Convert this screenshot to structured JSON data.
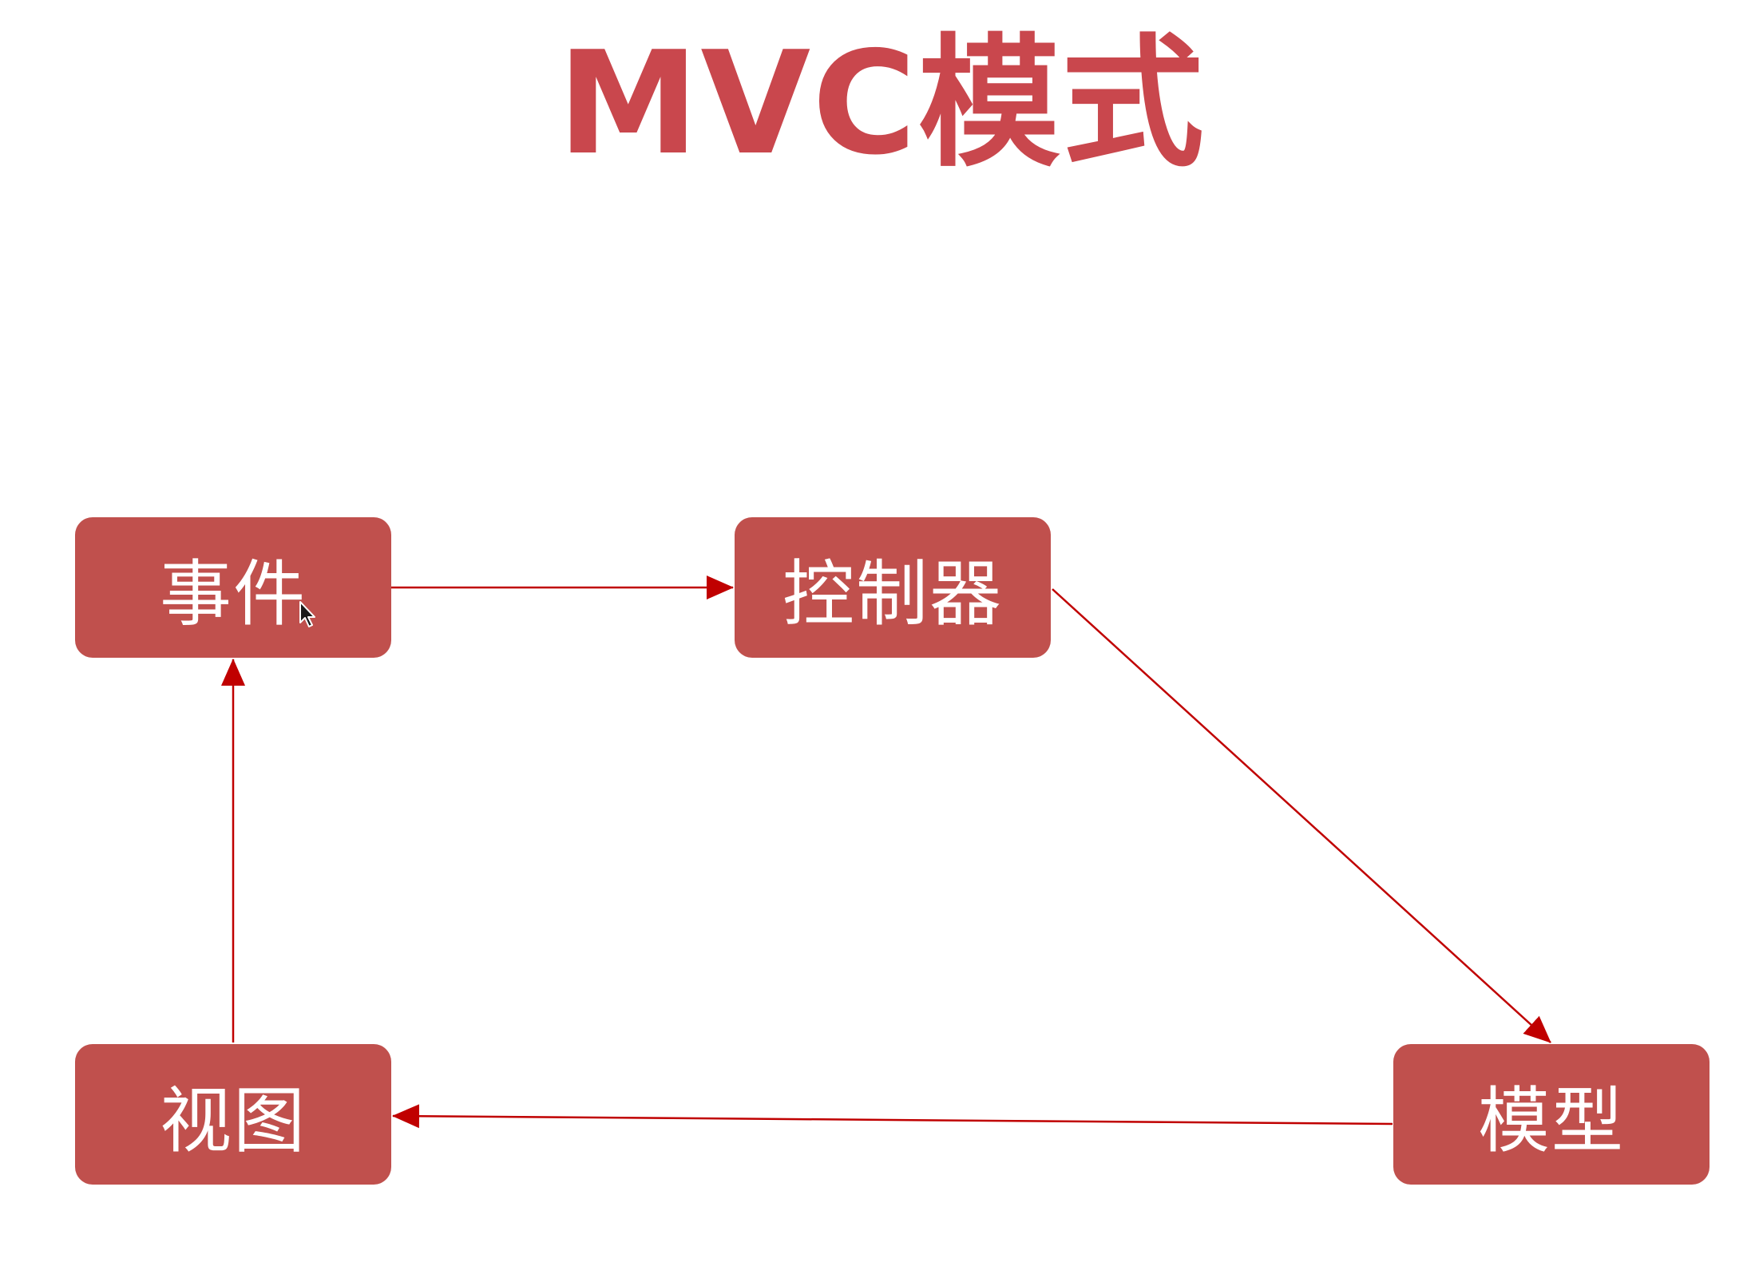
{
  "title": "MVC模式",
  "nodes": {
    "event": "事件",
    "controller": "控制器",
    "model": "模型",
    "view": "视图"
  },
  "edges": [
    {
      "from": "event",
      "to": "controller"
    },
    {
      "from": "controller",
      "to": "model"
    },
    {
      "from": "model",
      "to": "view"
    },
    {
      "from": "view",
      "to": "event"
    }
  ],
  "colors": {
    "title": "#c9474d",
    "node_fill": "#c0504d",
    "node_text": "#ffffff",
    "edge": "#c00000"
  },
  "icons": {
    "cursor": "mouse-pointer-icon"
  }
}
